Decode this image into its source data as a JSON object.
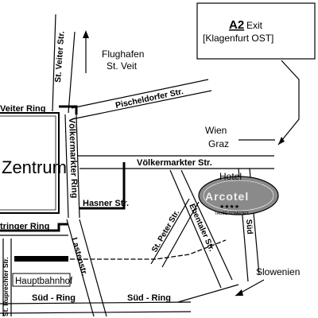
{
  "exit_box": {
    "route": "A2",
    "exit_word": "Exit",
    "destination": "[Klagenfurt OST]"
  },
  "places": {
    "flughafen_line1": "Flughafen",
    "flughafen_line2": "St. Veit",
    "wien": "Wien",
    "graz": "Graz",
    "zentrum": "Zentrum",
    "slowenien": "Slowenien",
    "hauptbahnhof": "Hauptbahnhof"
  },
  "streets": {
    "st_veiter_str": "St. Veiter Str.",
    "pischeldorfer_str": "Pischeldorfer Str.",
    "veiter_ring": "Veiter Ring",
    "voelkermarkter_ring": "Völkermarkter Ring",
    "voelkermarkter_str": "Völkermarkter Str.",
    "hasner_str": "Hasner Str.",
    "villacher_ring_partial": "tringer Ring",
    "lastenstr": "Lastenstr.",
    "st_peter_str": "St. Peter Str.",
    "ebentaler_str": "Ebentaler Str.",
    "sued_ring_left": "Süd - Ring",
    "sued_ring_right": "Süd - Ring",
    "rudolf_str_partial": "St. Ruprechter Str.",
    "sued_str_partial": "Süd"
  },
  "hotel": {
    "word": "Hotel",
    "name": "Arcotel",
    "stars": "★★★★",
    "tagline": "TAUBE COMFORT"
  },
  "colors": {
    "ink": "#000000",
    "background": "#ffffff",
    "hotel_badge": "#8a8a8a"
  }
}
